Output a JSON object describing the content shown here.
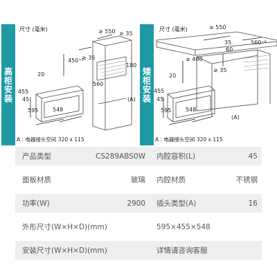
{
  "diagrams": {
    "left": {
      "side_label": "高柜安装",
      "title": "尺寸 (毫米)",
      "note": "A : 电器接头空间 320 x 115",
      "dims": [
        "≥ 550",
        "≥ 35",
        "450⁺²",
        "≥ 35",
        "180",
        "560",
        "(A)",
        "20",
        "455",
        "45",
        "595",
        "548"
      ]
    },
    "right": {
      "side_label": "矮柜安装",
      "title": "尺寸 (毫米)",
      "note": "A : 电器接头空间 320 x 115",
      "dims": [
        "≥ 550",
        "35",
        "60",
        "560⁺⁸",
        "≥ 460",
        "≥ 35",
        "(A)",
        "20",
        "455",
        "45",
        "595",
        "548"
      ]
    }
  },
  "specs": {
    "row1": {
      "label1": "产品类型",
      "value1": "CS289ABS0W",
      "label2": "内腔容积(L)",
      "value2": "45"
    },
    "row2": {
      "label1": "面板材质",
      "value1": "玻璃",
      "label2": "内腔材质",
      "value2": "不锈钢"
    },
    "row3": {
      "label1": "功率(W)",
      "value1": "2900",
      "label2": "插头类型(A)",
      "value2": "16"
    },
    "row4": {
      "label1": "外形尺寸(W×H×D)(mm)",
      "value2": "595×455×548"
    },
    "row5": {
      "label1": "安装尺寸(W×H×D)(mm)",
      "value2": "详情请咨询客服"
    }
  }
}
